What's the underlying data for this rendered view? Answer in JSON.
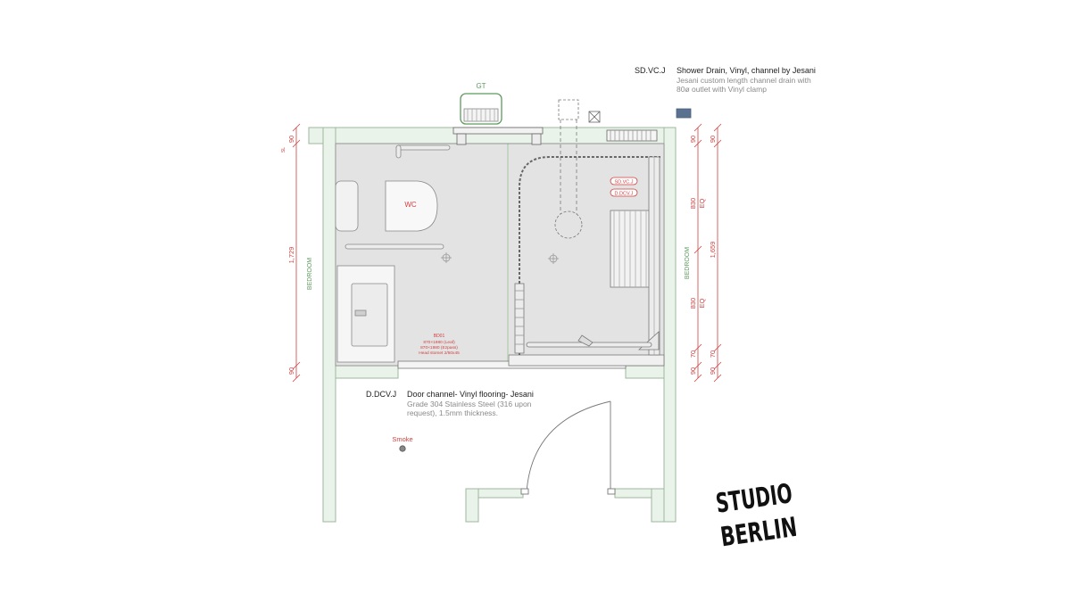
{
  "notes": {
    "shower_drain": {
      "code": "SD.VC.J",
      "title": "Shower Drain, Vinyl, channel by Jesani",
      "desc_line1": "Jesani custom length channel drain with",
      "desc_line2": "80ø outlet with Vinyl clamp"
    },
    "door_channel": {
      "code": "D.DCV.J",
      "title": "Door channel- Vinyl flooring- Jesani",
      "desc_line1": "Grade 304 Stainless Steel (316 upon",
      "desc_line2": "request), 1.5mm thickness."
    }
  },
  "labels": {
    "gt": "GT",
    "wc": "WC",
    "smoke": "Smoke",
    "bedroom_left": "BEDROOM",
    "bedroom_right": "BEDROOM",
    "tag_sd": "SD.VC.J",
    "tag_d": "D.DCV.J",
    "door_tag_title": "BD01",
    "door_tag_line1": "870×1980 (Leaf)",
    "door_tag_line2": "870×1980 (Ezpass)",
    "door_tag_line3": "Head stomet 2/50x45"
  },
  "dimensions": {
    "left": {
      "top": "90",
      "main": "1,729",
      "bottom": "90",
      "side_mark": "SL"
    },
    "right_inner": {
      "top": "90",
      "upper": "830\nEQ",
      "lower": "830\nEQ",
      "low": "70",
      "bottom": "90"
    },
    "right_outer": {
      "top": "90",
      "main": "1,659",
      "low": "70",
      "bottom": "90"
    }
  },
  "logo": {
    "line1": "STUDIO",
    "line2": "BERLIN"
  },
  "colors": {
    "wall": "#eaf3ea",
    "wall_line": "#9db79d",
    "floor": "#e3e3e3",
    "dim_red": "#d04040",
    "green_text": "#5e9a5e",
    "drain_blue": "#5a7190"
  }
}
